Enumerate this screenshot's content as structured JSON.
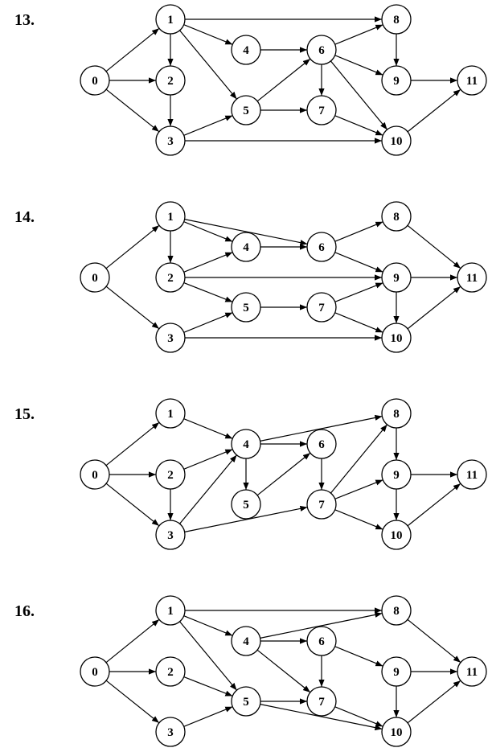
{
  "diagrams": [
    {
      "label": "13.",
      "nodes": [
        "0",
        "1",
        "2",
        "3",
        "4",
        "5",
        "6",
        "7",
        "8",
        "9",
        "10",
        "11"
      ],
      "edges": [
        [
          "0",
          "1"
        ],
        [
          "0",
          "2"
        ],
        [
          "0",
          "3"
        ],
        [
          "1",
          "2"
        ],
        [
          "1",
          "4"
        ],
        [
          "1",
          "5"
        ],
        [
          "1",
          "8"
        ],
        [
          "2",
          "3"
        ],
        [
          "3",
          "5"
        ],
        [
          "3",
          "10"
        ],
        [
          "4",
          "6"
        ],
        [
          "5",
          "6"
        ],
        [
          "5",
          "7"
        ],
        [
          "6",
          "7"
        ],
        [
          "6",
          "8"
        ],
        [
          "6",
          "9"
        ],
        [
          "6",
          "10"
        ],
        [
          "7",
          "10"
        ],
        [
          "8",
          "9"
        ],
        [
          "9",
          "11"
        ],
        [
          "10",
          "11"
        ]
      ]
    },
    {
      "label": "14.",
      "nodes": [
        "0",
        "1",
        "2",
        "3",
        "4",
        "5",
        "6",
        "7",
        "8",
        "9",
        "10",
        "11"
      ],
      "edges": [
        [
          "0",
          "1"
        ],
        [
          "0",
          "3"
        ],
        [
          "1",
          "2"
        ],
        [
          "1",
          "4"
        ],
        [
          "1",
          "6"
        ],
        [
          "2",
          "4"
        ],
        [
          "2",
          "5"
        ],
        [
          "2",
          "9"
        ],
        [
          "3",
          "5"
        ],
        [
          "3",
          "10"
        ],
        [
          "4",
          "6"
        ],
        [
          "5",
          "7"
        ],
        [
          "6",
          "8"
        ],
        [
          "6",
          "9"
        ],
        [
          "7",
          "9"
        ],
        [
          "7",
          "10"
        ],
        [
          "8",
          "11"
        ],
        [
          "9",
          "10"
        ],
        [
          "9",
          "11"
        ],
        [
          "10",
          "11"
        ]
      ]
    },
    {
      "label": "15.",
      "nodes": [
        "0",
        "1",
        "2",
        "3",
        "4",
        "5",
        "6",
        "7",
        "8",
        "9",
        "10",
        "11"
      ],
      "edges": [
        [
          "0",
          "1"
        ],
        [
          "0",
          "2"
        ],
        [
          "0",
          "3"
        ],
        [
          "1",
          "4"
        ],
        [
          "2",
          "3"
        ],
        [
          "2",
          "4"
        ],
        [
          "3",
          "4"
        ],
        [
          "3",
          "7"
        ],
        [
          "4",
          "5"
        ],
        [
          "4",
          "6"
        ],
        [
          "4",
          "8"
        ],
        [
          "5",
          "6"
        ],
        [
          "6",
          "7"
        ],
        [
          "7",
          "8"
        ],
        [
          "7",
          "9"
        ],
        [
          "7",
          "10"
        ],
        [
          "8",
          "9"
        ],
        [
          "9",
          "10"
        ],
        [
          "9",
          "11"
        ],
        [
          "10",
          "11"
        ]
      ]
    },
    {
      "label": "16.",
      "nodes": [
        "0",
        "1",
        "2",
        "3",
        "4",
        "5",
        "6",
        "7",
        "8",
        "9",
        "10",
        "11"
      ],
      "edges": [
        [
          "0",
          "1"
        ],
        [
          "0",
          "2"
        ],
        [
          "0",
          "3"
        ],
        [
          "1",
          "4"
        ],
        [
          "1",
          "5"
        ],
        [
          "1",
          "8"
        ],
        [
          "2",
          "5"
        ],
        [
          "3",
          "5"
        ],
        [
          "4",
          "6"
        ],
        [
          "4",
          "7"
        ],
        [
          "4",
          "8"
        ],
        [
          "5",
          "7"
        ],
        [
          "5",
          "10"
        ],
        [
          "6",
          "7"
        ],
        [
          "6",
          "9"
        ],
        [
          "7",
          "10"
        ],
        [
          "8",
          "11"
        ],
        [
          "9",
          "10"
        ],
        [
          "9",
          "11"
        ],
        [
          "10",
          "11"
        ]
      ]
    }
  ]
}
